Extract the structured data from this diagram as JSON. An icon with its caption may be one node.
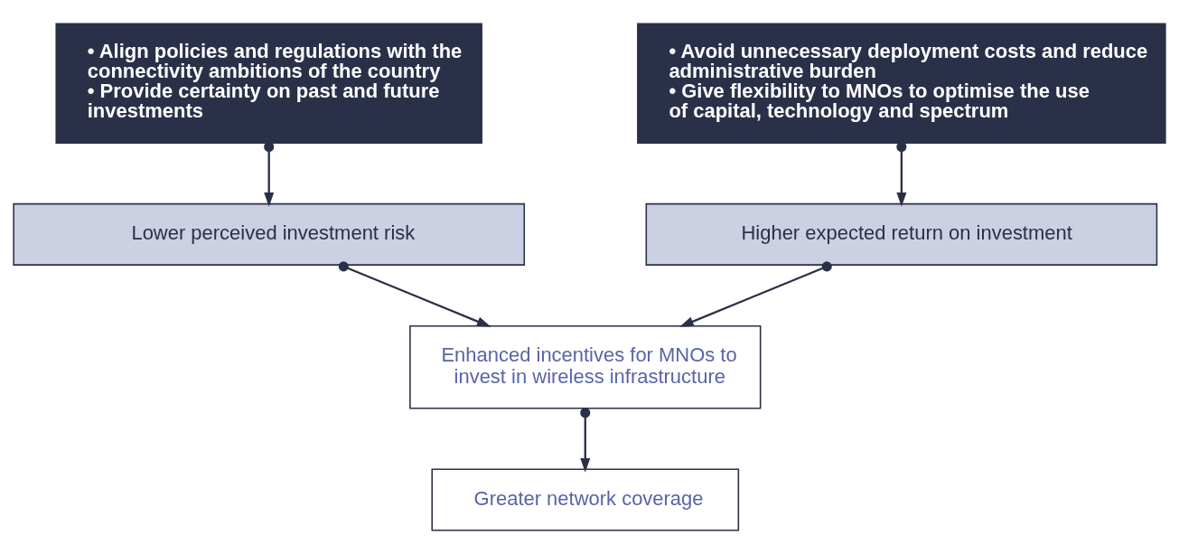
{
  "diagram": {
    "nodes": [
      {
        "text": [
          "• Align policies and regulations with the connectivity ambitions of the country",
          "• Provide certainty on past and future investments"
        ]
      },
      {
        "text": [
          "• Avoid unnecessary deployment costs and reduce administrative burden",
          "• Give flexibility to MNOs to optimise the use of capital, technology and spectrum"
        ]
      },
      {
        "text": [
          "Lower perceived investment risk"
        ]
      },
      {
        "text": [
          "Higher expected return on investment"
        ]
      },
      {
        "text": [
          "Enhanced incentives for MNOs to invest in wireless infrastructure"
        ]
      },
      {
        "text": [
          "Greater network coverage"
        ]
      }
    ],
    "edges": [
      {
        "from": 0,
        "to": 2,
        "arrow": "to"
      },
      {
        "from": 1,
        "to": 3,
        "arrow": "to"
      },
      {
        "from": 2,
        "to": 4,
        "arrow": "to"
      },
      {
        "from": 3,
        "to": 4,
        "arrow": "to"
      },
      {
        "from": 4,
        "to": 5,
        "arrow": "to"
      }
    ]
  }
}
